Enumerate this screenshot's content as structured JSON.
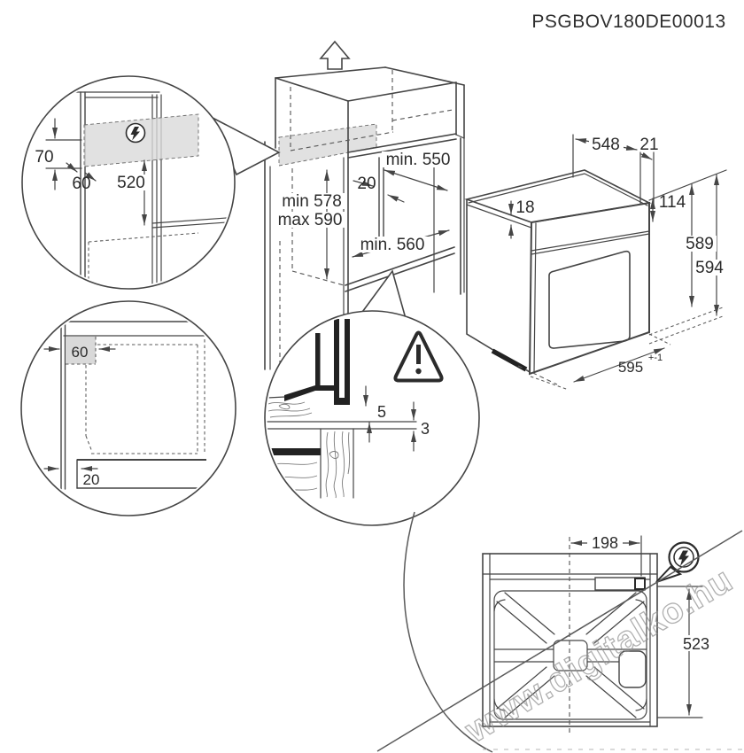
{
  "title": "PSGBOV180DE00013",
  "watermark": "www.digitalko.hu",
  "colors": {
    "line": "#454545",
    "shade": "#d9d9d9",
    "text": "#2b2b2b"
  },
  "callout_electrical": {
    "height_70": "70",
    "wall_60": "60",
    "niche_520": "520"
  },
  "cabinet": {
    "depth_min": "min. 550",
    "vent_gap_20": "20",
    "height_min": "min 578",
    "height_max": "max 590",
    "width_min": "min. 560"
  },
  "oven": {
    "body_width_548": "548",
    "offset_21": "21",
    "trim_18": "18",
    "panel_114": "114",
    "height_589": "589",
    "height_594": "594",
    "front_width_595": "595",
    "tolerance": "+-1"
  },
  "plan_detail": {
    "corner_60": "60",
    "edge_20": "20"
  },
  "section_detail": {
    "gap_5": "5",
    "overlap_3": "3"
  },
  "rear_view": {
    "terminal_198": "198",
    "height_523": "523"
  }
}
